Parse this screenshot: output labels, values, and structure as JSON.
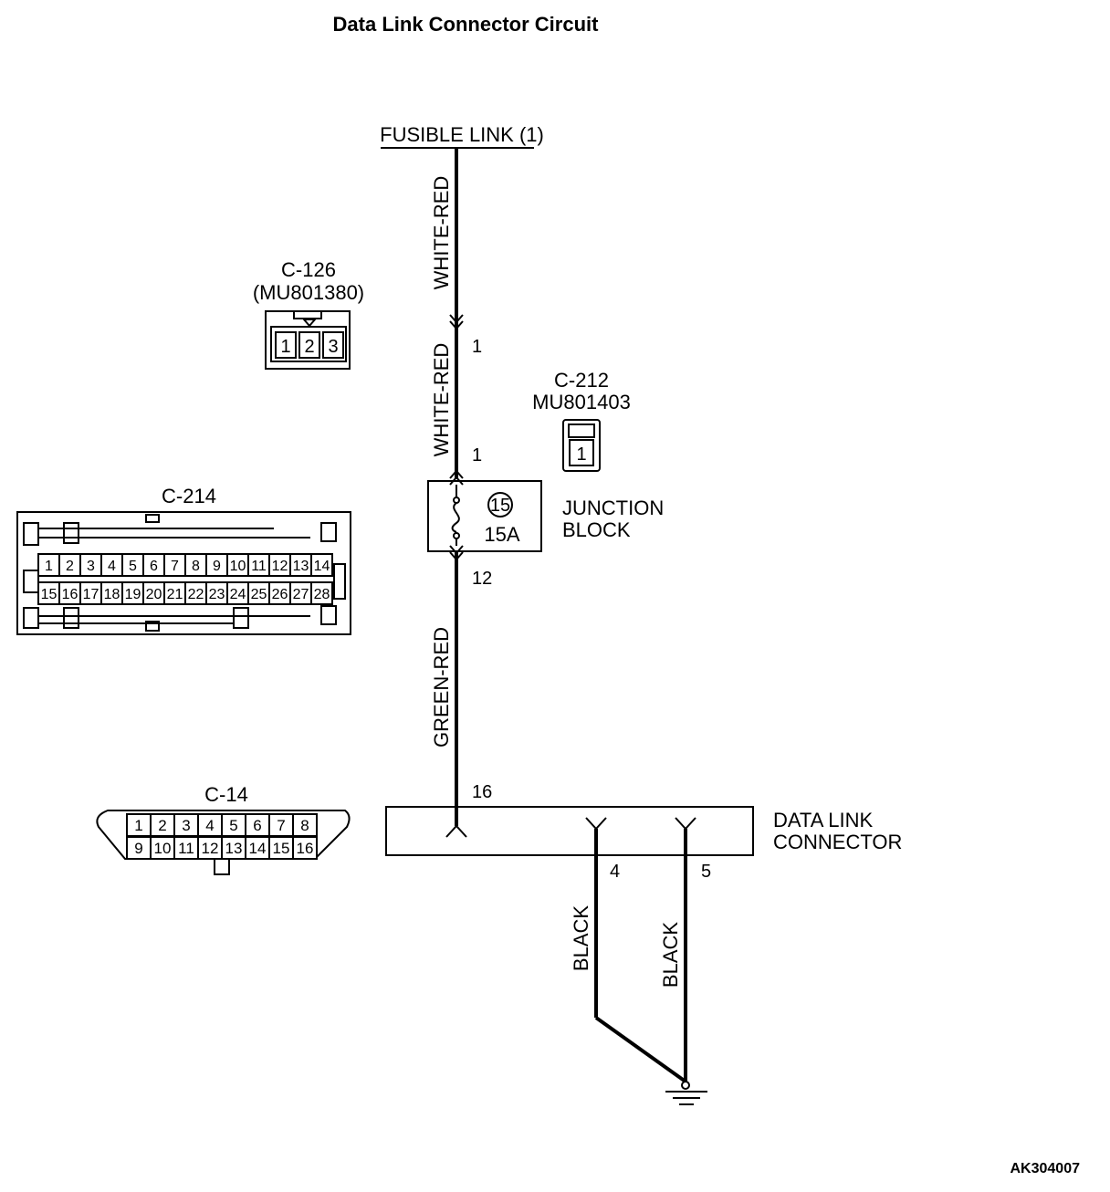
{
  "title": "Data Link Connector Circuit",
  "reference_code": "AK304007",
  "fusible_link": {
    "label": "FUSIBLE LINK (1)"
  },
  "wires": {
    "upper_color": "WHITE-RED",
    "middle_color": "WHITE-RED",
    "lower_color": "GREEN-RED",
    "ground_left_color": "BLACK",
    "ground_right_color": "BLACK"
  },
  "pins": {
    "c126_pin": "1",
    "jb_in_pin": "1",
    "jb_out_pin": "12",
    "dlc_in_pin": "16",
    "dlc_gnd_left_pin": "4",
    "dlc_gnd_right_pin": "5"
  },
  "junction_block": {
    "fuse_number": "15",
    "fuse_rating": "15A",
    "label_line1": "JUNCTION",
    "label_line2": "BLOCK"
  },
  "data_link_connector": {
    "label_line1": "DATA LINK",
    "label_line2": "CONNECTOR"
  },
  "connectors": {
    "c126": {
      "name": "C-126",
      "part": "(MU801380)",
      "pins": [
        "1",
        "2",
        "3"
      ]
    },
    "c212": {
      "name": "C-212",
      "part": "MU801403",
      "pins": [
        "1"
      ]
    },
    "c214": {
      "name": "C-214",
      "row1": [
        "1",
        "2",
        "3",
        "4",
        "5",
        "6",
        "7",
        "8",
        "9",
        "10",
        "11",
        "12",
        "13",
        "14"
      ],
      "row2": [
        "15",
        "16",
        "17",
        "18",
        "19",
        "20",
        "21",
        "22",
        "23",
        "24",
        "25",
        "26",
        "27",
        "28"
      ]
    },
    "c14": {
      "name": "C-14",
      "row1": [
        "1",
        "2",
        "3",
        "4",
        "5",
        "6",
        "7",
        "8"
      ],
      "row2": [
        "9",
        "10",
        "11",
        "12",
        "13",
        "14",
        "15",
        "16"
      ]
    }
  }
}
